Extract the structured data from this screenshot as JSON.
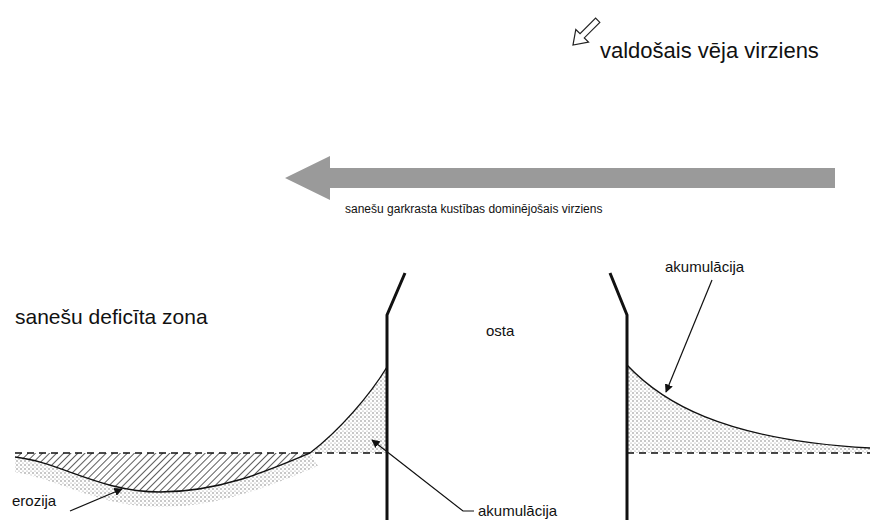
{
  "diagram": {
    "labels": [
      "valdošais vēja virziens",
      "sanešu garkrasta kustības dominējošais virziens",
      "sanešu deficīta zona",
      "osta",
      "akumulācija",
      "akumulācija",
      "erozija"
    ]
  }
}
